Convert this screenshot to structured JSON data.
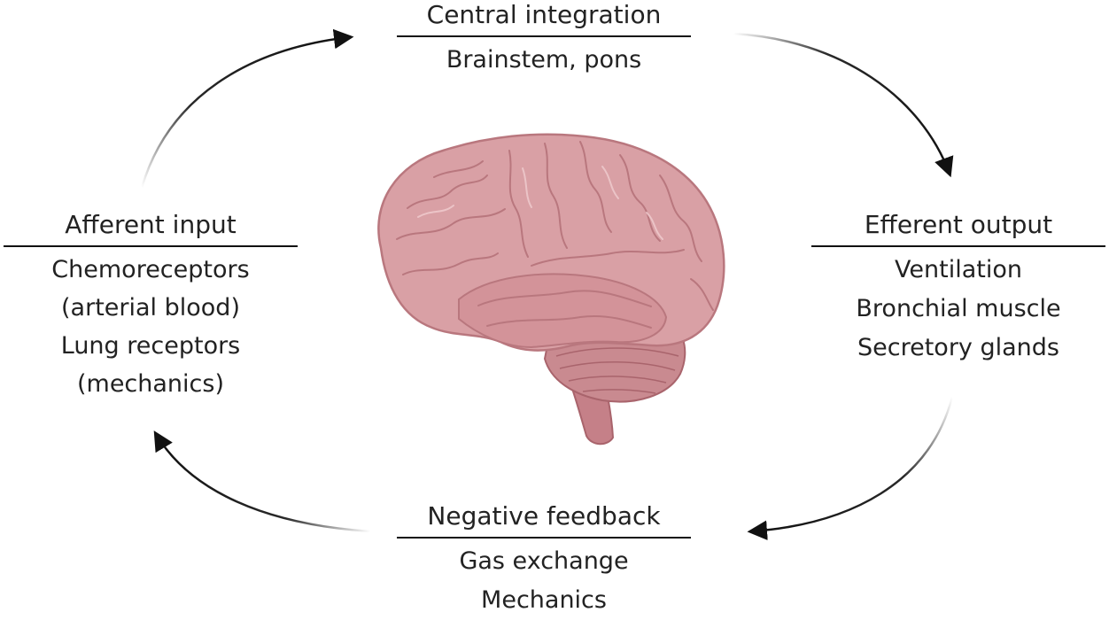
{
  "diagram": {
    "top": {
      "title": "Central integration",
      "lines": [
        "Brainstem, pons"
      ]
    },
    "left": {
      "title": "Afferent input",
      "lines": [
        "Chemoreceptors",
        "(arterial blood)",
        "Lung receptors",
        "(mechanics)"
      ]
    },
    "right": {
      "title": "Efferent output",
      "lines": [
        "Ventilation",
        "Bronchial muscle",
        "Secretory glands"
      ]
    },
    "bottom": {
      "title": "Negative feedback",
      "lines": [
        "Gas exchange",
        "Mechanics"
      ]
    },
    "image": {
      "icon": "brain-icon",
      "colors": {
        "cortex": "#d9a0a5",
        "cortex_dark": "#b9777e",
        "cerebellum": "#c98a90",
        "stem": "#c58088"
      }
    },
    "arrow_color": "#111111"
  }
}
